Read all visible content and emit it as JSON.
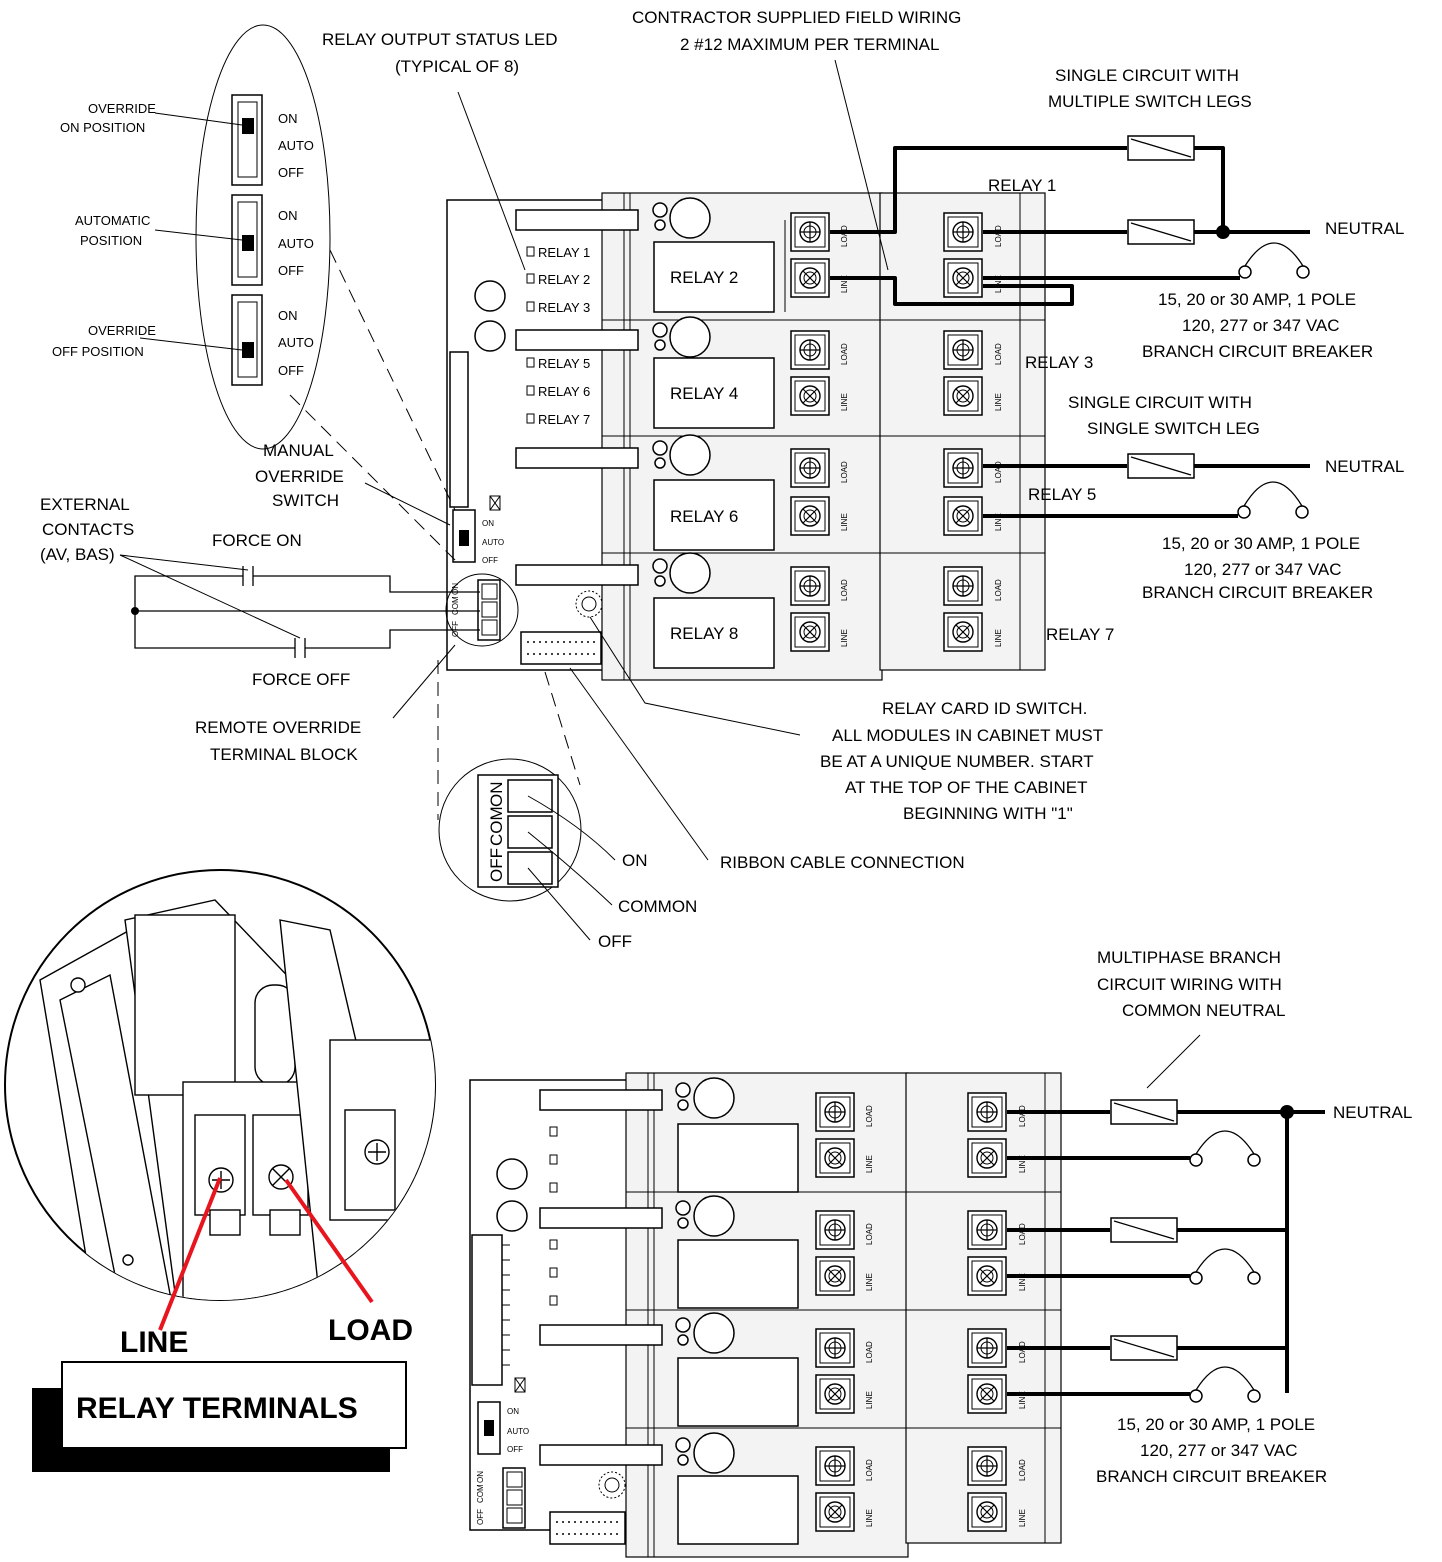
{
  "labels": {
    "relay_led": [
      "RELAY OUTPUT STATUS LED",
      "(TYPICAL OF 8)"
    ],
    "contractor": [
      "CONTRACTOR SUPPLIED FIELD WIRING",
      "2 #12 MAXIMUM PER TERMINAL"
    ],
    "single_multi": [
      "SINGLE CIRCUIT WITH",
      "MULTIPLE SWITCH LEGS"
    ],
    "single_single": [
      "SINGLE CIRCUIT WITH",
      "SINGLE SWITCH LEG"
    ],
    "neutral": "NEUTRAL",
    "breaker": [
      "15, 20 or 30 AMP, 1 POLE",
      "120, 277 or 347 VAC",
      "BRANCH CIRCUIT BREAKER"
    ],
    "override_on": [
      "OVERRIDE",
      "ON POSITION"
    ],
    "automatic": [
      "AUTOMATIC",
      "POSITION"
    ],
    "override_off": [
      "OVERRIDE",
      "OFF POSITION"
    ],
    "on": "ON",
    "auto": "AUTO",
    "off": "OFF",
    "com": "COM",
    "manual_override": [
      "MANUAL",
      "OVERRIDE",
      "SWITCH"
    ],
    "external_contacts": [
      "EXTERNAL",
      "CONTACTS",
      "(AV, BAS)"
    ],
    "force_on": "FORCE ON",
    "force_off": "FORCE OFF",
    "remote_override": [
      "REMOTE OVERRIDE",
      "TERMINAL BLOCK"
    ],
    "relay_card_id": [
      "RELAY CARD ID SWITCH.",
      "ALL MODULES IN CABINET MUST",
      "BE AT A UNIQUE NUMBER. START",
      "AT THE TOP OF THE CABINET",
      "BEGINNING WITH \"1\""
    ],
    "ribbon": "RIBBON CABLE CONNECTION",
    "zoom_on": "ON",
    "zoom_common": "COMMON",
    "zoom_off": "OFF",
    "multiphase": [
      "MULTIPHASE BRANCH",
      "CIRCUIT WIRING WITH",
      "COMMON NEUTRAL"
    ],
    "line": "LINE",
    "load": "LOAD",
    "relay_terminals": "RELAY TERMINALS",
    "relays": [
      "RELAY 1",
      "RELAY 2",
      "RELAY 3",
      "RELAY 4",
      "RELAY 5",
      "RELAY 6",
      "RELAY 7",
      "RELAY 8"
    ],
    "led_list": [
      "RELAY 1",
      "RELAY 2",
      "RELAY 3",
      "RELAY 5",
      "RELAY 6",
      "RELAY 7"
    ]
  },
  "colors": {
    "line": "#000000",
    "callout": "#e8141e",
    "photo_bg": "#ffffff"
  }
}
